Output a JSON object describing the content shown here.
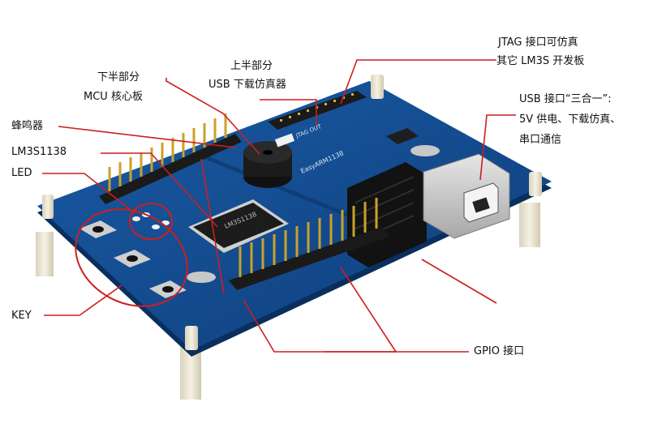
{
  "labels": {
    "upper_half": [
      "上半部分",
      "USB 下载仿真器"
    ],
    "lower_half": [
      "下半部分",
      "MCU 核心板"
    ],
    "buzzer": "蜂鸣器",
    "chip": "LM3S1138",
    "led": "LED",
    "key": "KEY",
    "jtag": [
      "JTAG  接口可仿真",
      "其它 LM3S 开发板"
    ],
    "usb": [
      "USB 接口“三合一”:",
      "5V 供电、下载仿真、",
      "串口通信"
    ],
    "gpio": "GPIO 接口"
  },
  "board_silk": {
    "board_name": "EasyARM1138",
    "chip_text": "LM3S1138",
    "jtag_silk": "JTAG OUT"
  },
  "colors": {
    "pcb": "#124b8f",
    "pcb_dark": "#0b3366",
    "callout_line": "#cc1f1f",
    "header_gold": "#c9a227",
    "connector_black": "#151515",
    "standoff": "#e8e3d0"
  }
}
